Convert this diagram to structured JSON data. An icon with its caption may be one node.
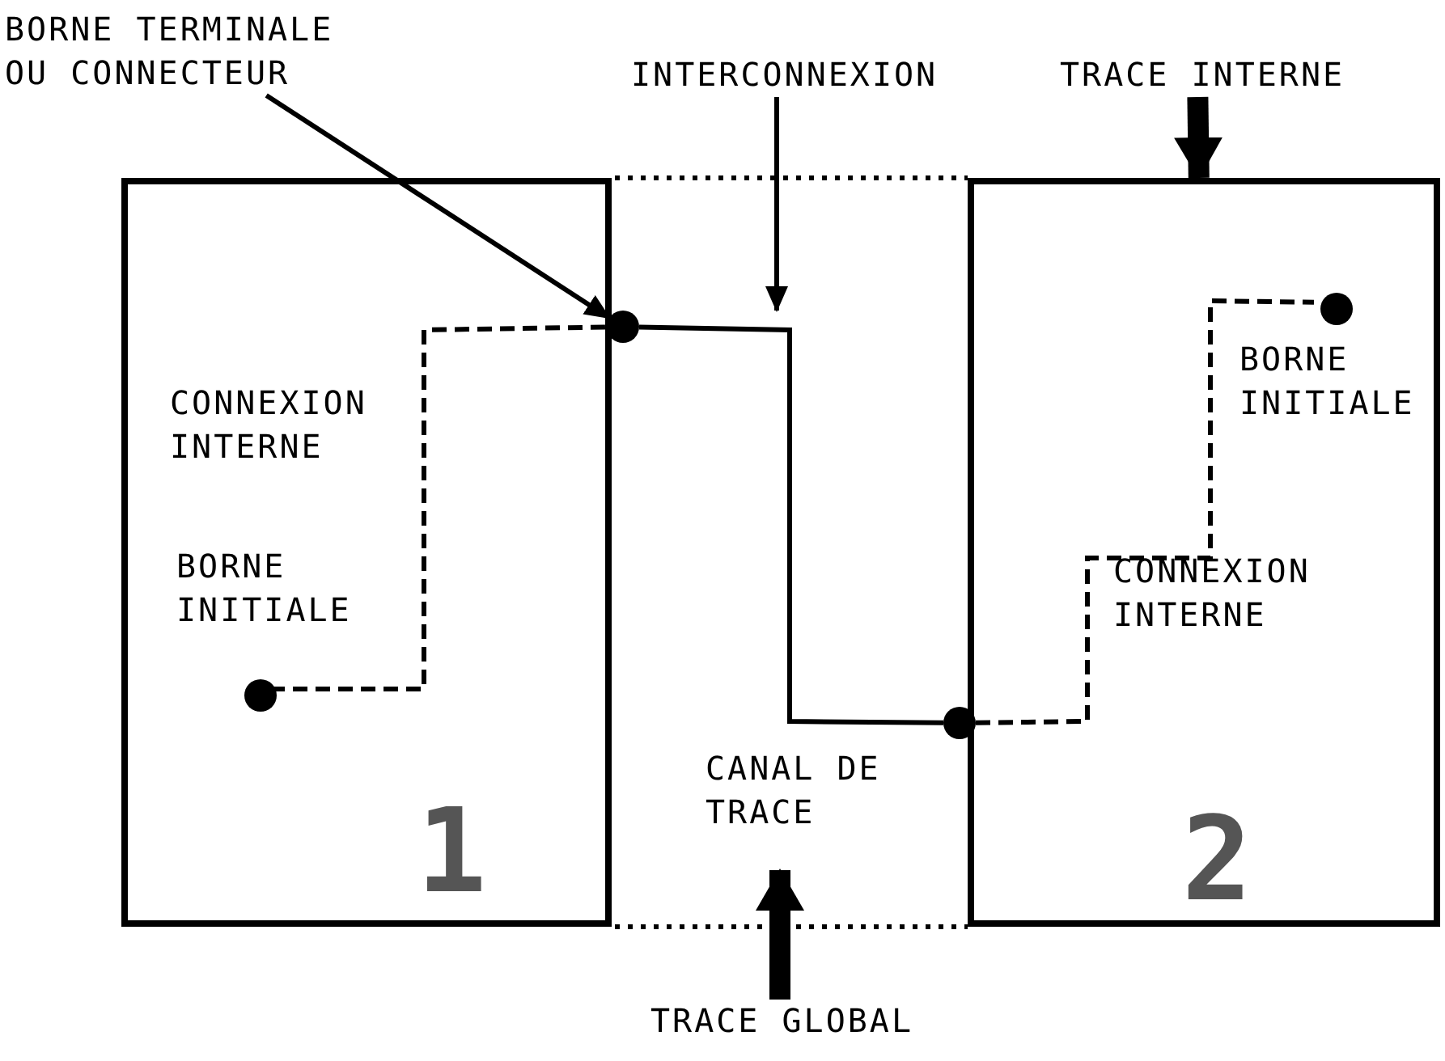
{
  "diagram": {
    "nodes": [
      {
        "text": [
          "BORNE TERMINALE OU CONNECTEUR"
        ]
      },
      {
        "text": [
          "INTERCONNEXION"
        ]
      },
      {
        "text": [
          "TRACE INTERNE"
        ]
      },
      {
        "text": [
          "1"
        ]
      },
      {
        "text": [],
        "shape": "circle"
      },
      {
        "text": [
          "2"
        ]
      },
      {
        "text": [],
        "shape": "circle",
        "in": 5,
        "beside": [
          "BORNE INITIALE"
        ]
      },
      {
        "text": [],
        "shape": "circle",
        "in": 3,
        "beside": [
          "BORNE INITIALE"
        ]
      },
      {
        "text": [],
        "shape": "circle"
      },
      {
        "text": [
          "TRACE GLOBAL"
        ]
      }
    ],
    "edges": [
      {
        "from": 0,
        "to": 4,
        "arrow": "to"
      },
      {
        "from": 1,
        "to": null,
        "arrow": "to"
      },
      {
        "from": 2,
        "to": 5,
        "arrow": "to",
        "style": "thick"
      },
      {
        "from": 7,
        "to": 4,
        "arrow": "none",
        "style": "dashed"
      },
      {
        "from": 4,
        "to": 8,
        "arrow": "none"
      },
      {
        "from": 8,
        "to": 6,
        "arrow": "none",
        "style": "dashed"
      },
      {
        "from": 9,
        "to": null,
        "arrow": "to",
        "style": "thick"
      }
    ],
    "labels": [
      "CONNEXION INTERNE",
      "CONNEXION INTERNE",
      "CANAL DE TRACE"
    ]
  }
}
